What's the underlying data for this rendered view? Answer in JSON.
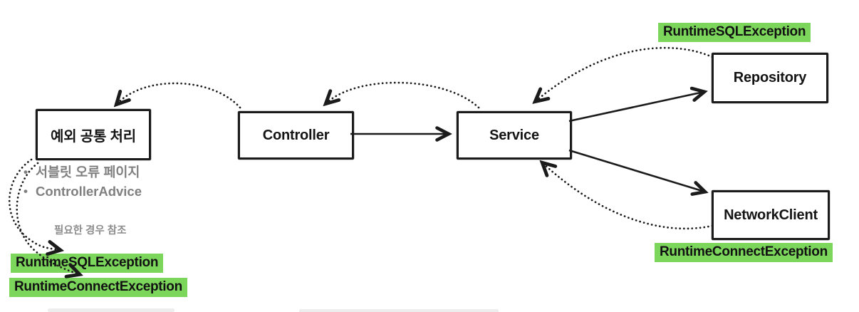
{
  "diagram": {
    "nodes": {
      "exception_handler": {
        "label": "예외 공통 처리"
      },
      "controller": {
        "label": "Controller"
      },
      "service": {
        "label": "Service"
      },
      "repository": {
        "label": "Repository"
      },
      "network_client": {
        "label": "NetworkClient"
      }
    },
    "annotations": {
      "bullet_items": [
        "서블릿 오류 페이지",
        "ControllerAdvice"
      ],
      "reference_note": "필요한 경우 참조"
    },
    "exception_labels": {
      "handled_sql": "RuntimeSQLException",
      "handled_connect": "RuntimeConnectException",
      "repository_throws": "RuntimeSQLException",
      "network_client_throws": "RuntimeConnectException"
    },
    "colors": {
      "highlight_green": "#7cd65c",
      "muted_text": "#7f7f7f",
      "stroke_dark": "#1b1b1b"
    }
  }
}
